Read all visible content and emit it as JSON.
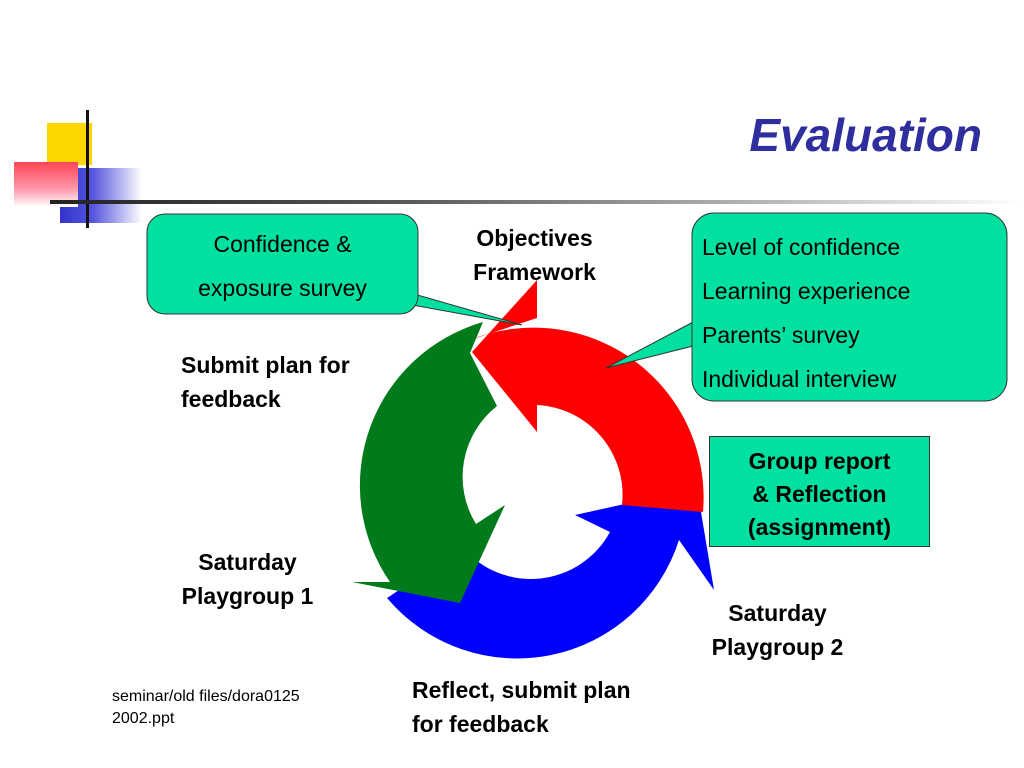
{
  "slide": {
    "title": "Evaluation",
    "footer": "seminar/old files/dora01252002.ppt"
  },
  "diagram": {
    "top_label": "Objectives Framework",
    "left_upper_label": "Submit plan for feedback",
    "left_lower_label": "Saturday Playgroup 1",
    "bottom_label": "Reflect, submit plan for feedback",
    "right_lower_label": "Saturday Playgroup 2",
    "callout_left": [
      "Confidence &",
      "exposure survey"
    ],
    "callout_right": [
      "Level of confidence",
      "Learning experience",
      "Parents’ survey",
      "Individual interview"
    ],
    "group_report": [
      "Group report",
      "& Reflection",
      "(assignment)"
    ],
    "colors": {
      "red_arrow": "#ff0000",
      "green_arrow": "#007a1a",
      "blue_arrow": "#0000ff",
      "callout_fill": "#00e0a0",
      "title": "#2e2e9e"
    }
  }
}
